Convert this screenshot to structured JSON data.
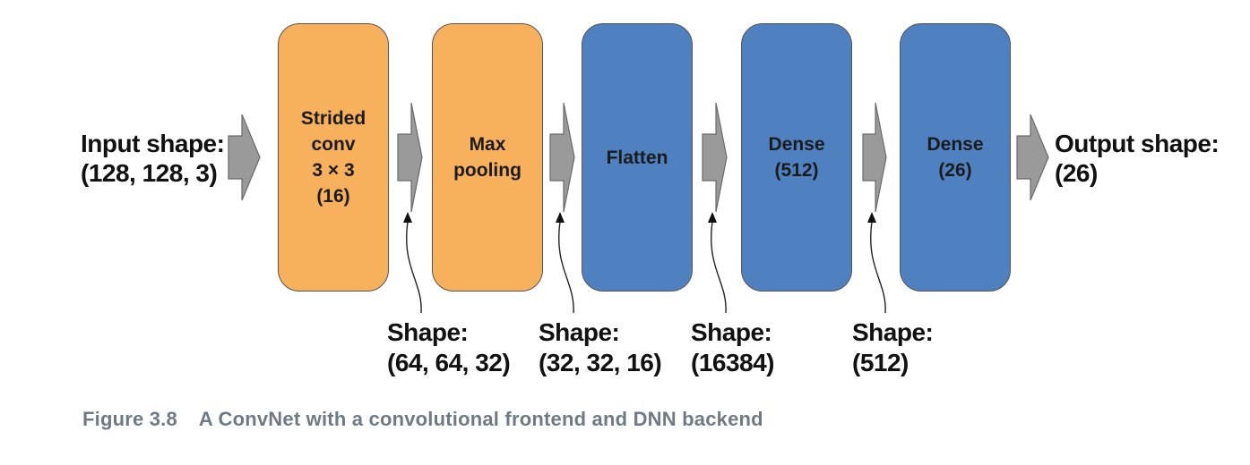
{
  "input": {
    "line1": "Input shape:",
    "line2": "(128, 128, 3)"
  },
  "output": {
    "line1": "Output shape:",
    "line2": "(26)"
  },
  "blocks": [
    {
      "lines": [
        "Strided",
        "conv",
        "3 × 3",
        "(16)"
      ]
    },
    {
      "lines": [
        "Max",
        "pooling"
      ]
    },
    {
      "lines": [
        "Flatten"
      ]
    },
    {
      "lines": [
        "Dense",
        "(512)"
      ]
    },
    {
      "lines": [
        "Dense",
        "(26)"
      ]
    }
  ],
  "shapes": [
    {
      "line1": "Shape:",
      "line2": "(64, 64, 32)"
    },
    {
      "line1": "Shape:",
      "line2": "(32, 32, 16)"
    },
    {
      "line1": "Shape:",
      "line2": "(16384)"
    },
    {
      "line1": "Shape:",
      "line2": "(512)"
    }
  ],
  "caption": {
    "number": "Figure 3.8",
    "text": "A ConvNet with a convolutional frontend and DNN backend"
  },
  "colors": {
    "conv_block": "#f7b05b",
    "dense_block": "#4f81c1",
    "arrow": "#9a9a9a",
    "caption": "#6e7a86"
  }
}
